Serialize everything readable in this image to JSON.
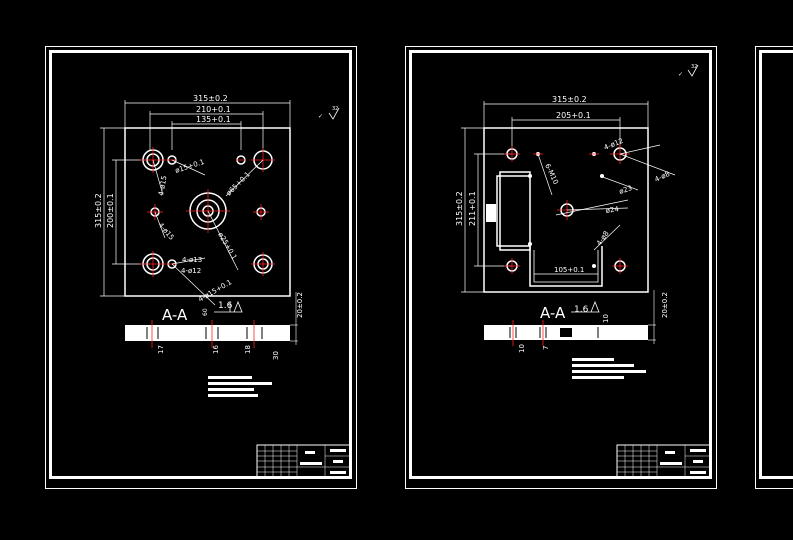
{
  "colors": {
    "background": "#000000",
    "line": "#ffffff",
    "centerline": "#ff2020"
  },
  "sheet1": {
    "dims": {
      "width_total": "315±0.2",
      "width_mid": "210+0.1",
      "width_inner": "135+0.1",
      "height_total": "315±0.2",
      "height_inner": "200±0.1",
      "hole_a": "4-ø13",
      "hole_b": "4-ø15",
      "hole_c": "4-ø12",
      "hole_d": "ø15+0.1",
      "hole_e": "ø65+0.1",
      "hole_f": "ø25+0.1",
      "hole_g": "4-ø15+0.1",
      "section_thickness": "20±0.2",
      "dim_17": "17",
      "dim_16": "16",
      "dim_18": "18",
      "dim_30": "30",
      "dim_20": "20",
      "dim_60": "60",
      "roughness": "32",
      "flat_symbol": "1.6"
    },
    "section_label": "A-A"
  },
  "sheet2": {
    "dims": {
      "width_total": "315±0.2",
      "width_inner": "205+0.1",
      "height_total": "315±0.2",
      "height_inner": "211+0.1",
      "hole_a": "4-ø12",
      "hole_b": "6-M10",
      "hole_c": "4-ø8",
      "hole_d": "ø23",
      "hole_e": "ø24",
      "hole_f": "4-ø8",
      "slot_width": "105+0.1",
      "section_thickness": "20±0.2",
      "dim_10a": "10",
      "dim_7": "7",
      "dim_10b": "10",
      "roughness": "32",
      "flat_symbol": "1.6"
    },
    "section_label": "A-A"
  }
}
